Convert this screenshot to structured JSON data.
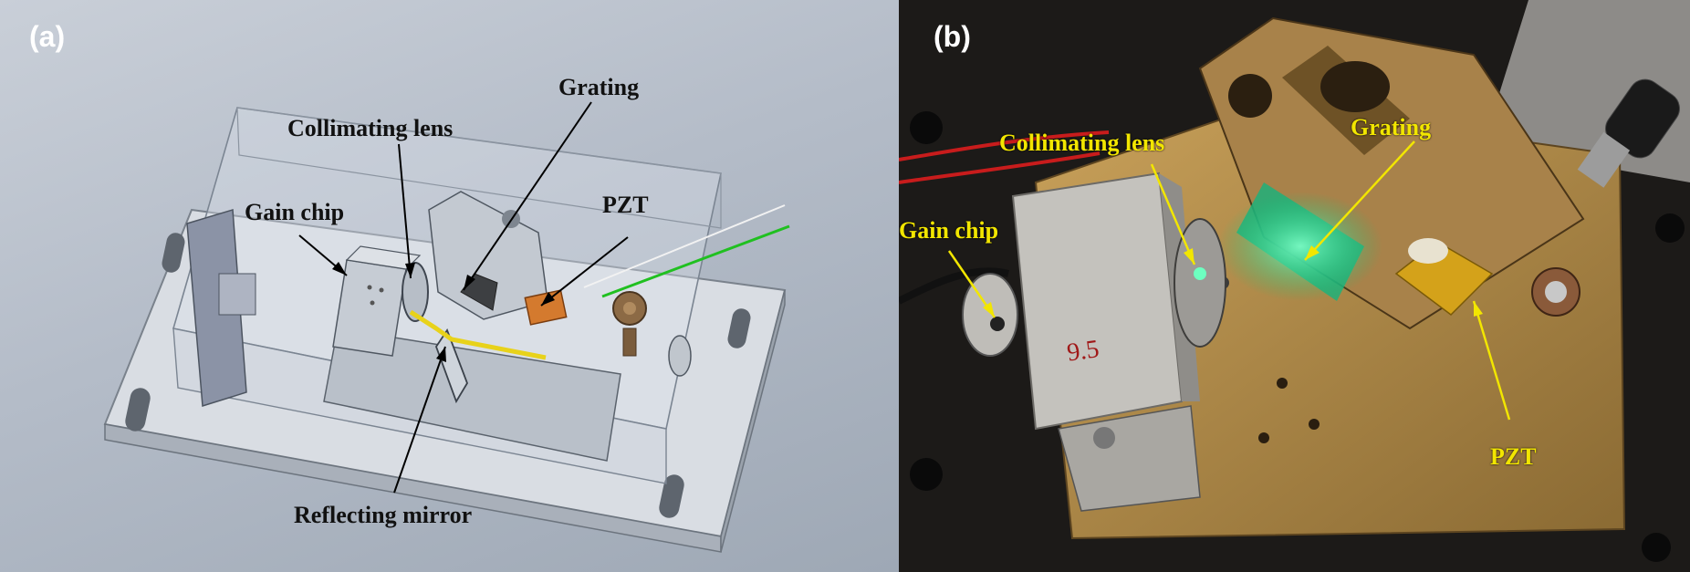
{
  "panel_a": {
    "label": "(a)",
    "callouts": {
      "grating": "Grating",
      "collimating_lens": "Collimating lens",
      "gain_chip": "Gain chip",
      "pzt": "PZT",
      "reflecting_mirror": "Reflecting mirror"
    }
  },
  "panel_b": {
    "label": "(b)",
    "callouts": {
      "collimating_lens": "Collimating lens",
      "grating": "Grating",
      "gain_chip": "Gain chip",
      "pzt": "PZT",
      "mount_marking": "9.5"
    }
  },
  "colors": {
    "label_a": "#111111",
    "label_b": "#f2e600",
    "laser_green": "#20c020",
    "brass": "#b8904a"
  }
}
